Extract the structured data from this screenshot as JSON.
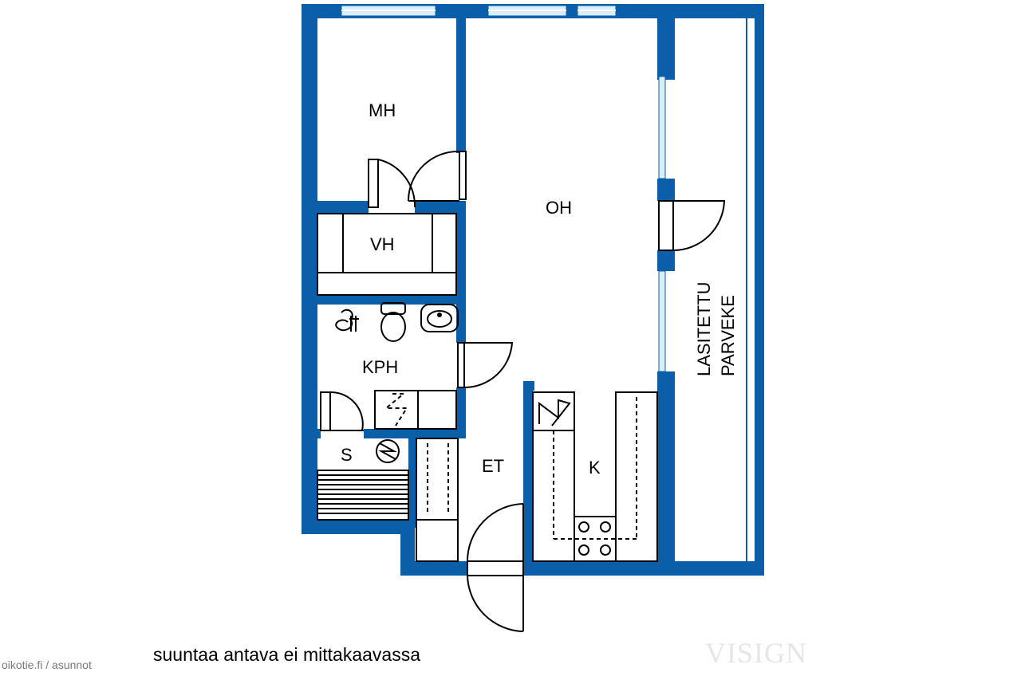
{
  "rooms": {
    "mh": "MH",
    "oh": "OH",
    "vh": "VH",
    "kph": "KPH",
    "s": "S",
    "et": "ET",
    "k": "K",
    "balcony_line1": "LASITETTU",
    "balcony_line2": "PARVEKE"
  },
  "caption": "suuntaa antava ei mittakaavassa",
  "site_label": "oikotie.fi / asunnot",
  "watermark": "VISIGN",
  "colors": {
    "wall": "#0b5ea8",
    "line": "#000000",
    "window": "#d8eef8"
  }
}
